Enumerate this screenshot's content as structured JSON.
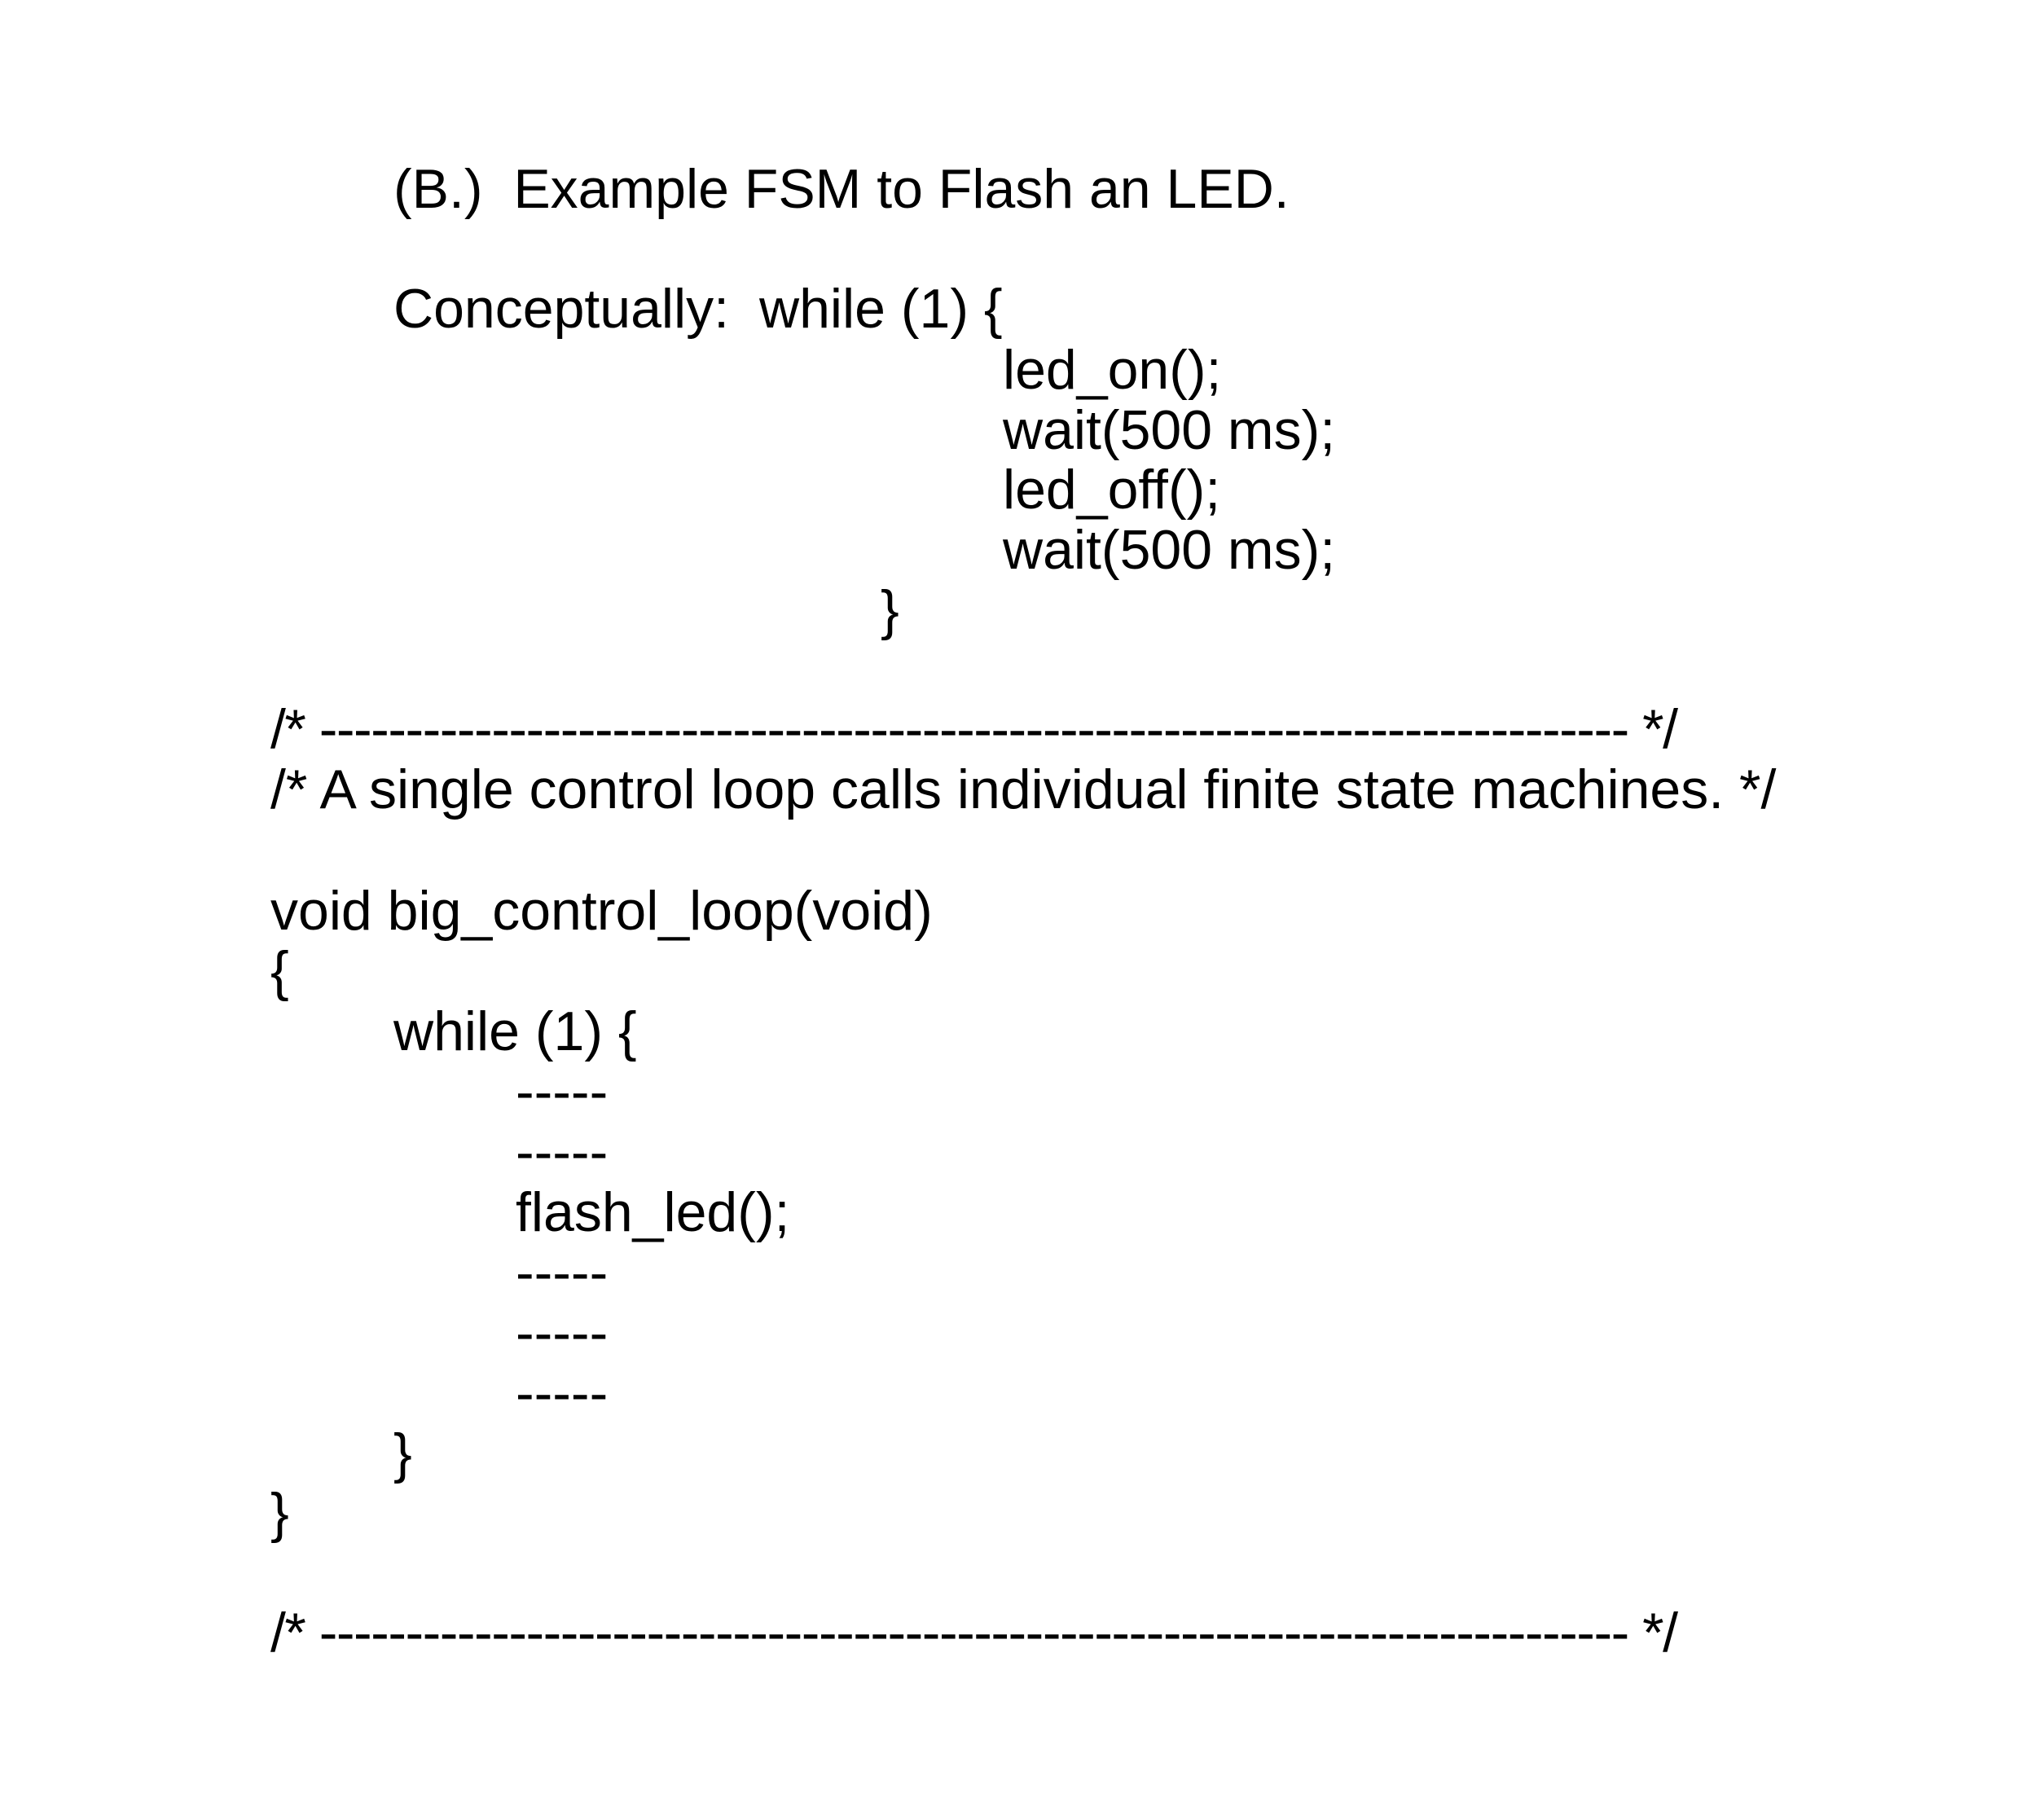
{
  "section_heading": "(B.)  Example FSM to Flash an LED.",
  "concept": {
    "label": "Conceptually:",
    "while_open": "while (1) {",
    "body": [
      "led_on();",
      "wait(500 ms);",
      "led_off();",
      "wait(500 ms);"
    ],
    "close": "}"
  },
  "code": {
    "separator_top": "/* ---------------------------------------------------------------------------- */",
    "comment": "/* A single control loop calls individual finite state machines. */",
    "signature": "void big_control_loop(void)",
    "open_brace": "{",
    "while_open": "while (1) {",
    "loop_body": [
      "-----",
      "-----",
      "flash_led();",
      "-----",
      "-----",
      "-----"
    ],
    "while_close": "}",
    "close_brace": "}",
    "separator_bottom": "/* ---------------------------------------------------------------------------- */"
  }
}
